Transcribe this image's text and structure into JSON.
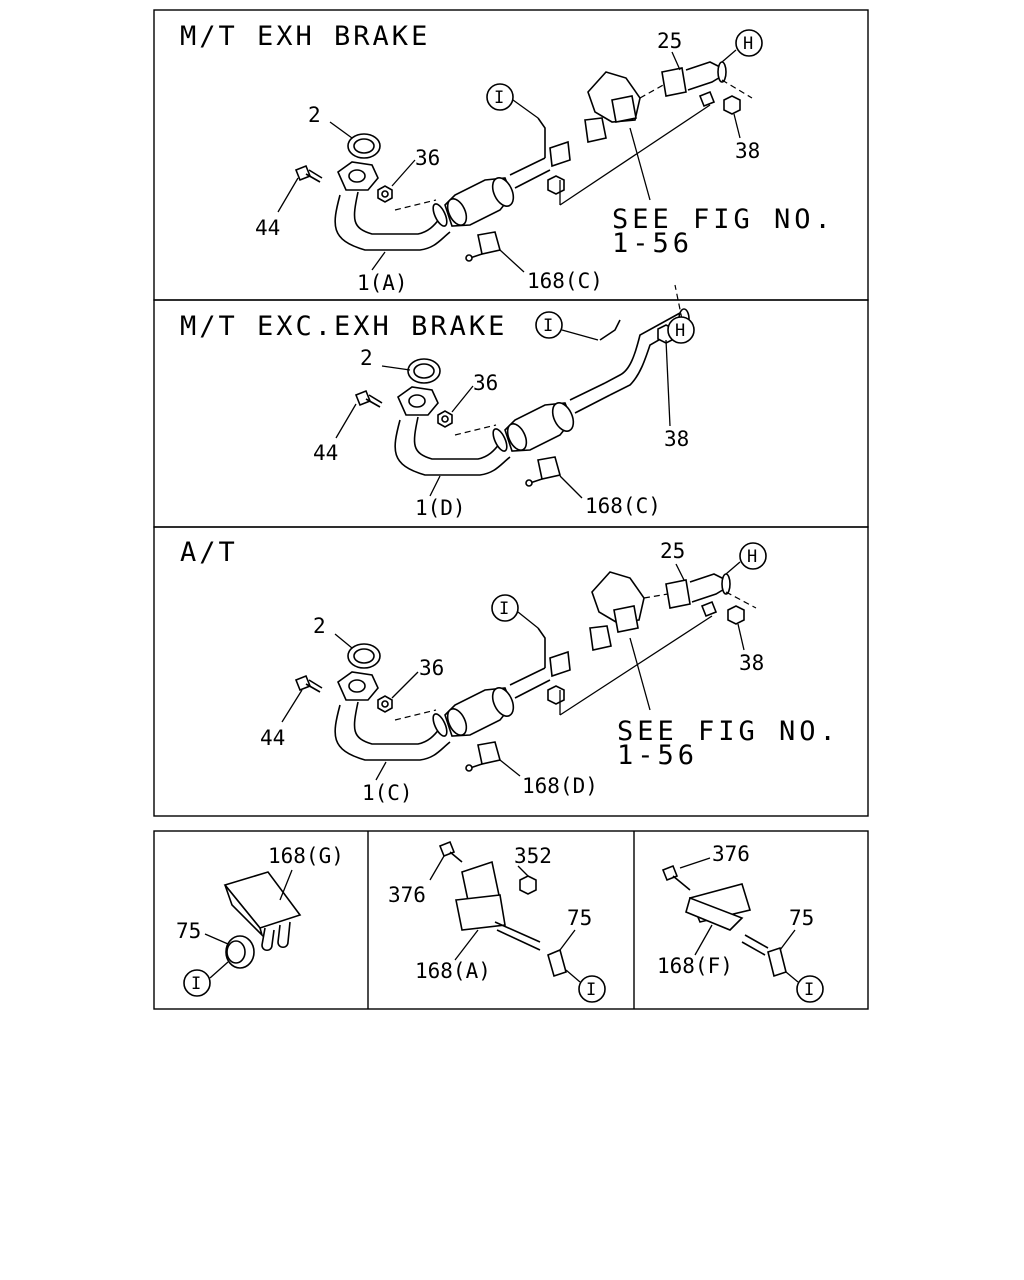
{
  "sections": {
    "mt_exh_brake": {
      "title": "M/T EXH BRAKE",
      "labels": {
        "p2": "2",
        "p25": "25",
        "p36": "36",
        "p38": "38",
        "p44": "44",
        "p1": "1(A)",
        "p168": "168(C)",
        "see_line1": "SEE FIG NO.",
        "see_line2": "1-56",
        "circle_h": "H",
        "circle_i": "I"
      }
    },
    "mt_exc_exh_brake": {
      "title": "M/T EXC.EXH BRAKE",
      "labels": {
        "p2": "2",
        "p36": "36",
        "p38": "38",
        "p44": "44",
        "p1": "1(D)",
        "p168": "168(C)",
        "circle_h": "H",
        "circle_i": "I"
      }
    },
    "at": {
      "title": "A/T",
      "labels": {
        "p2": "2",
        "p25": "25",
        "p36": "36",
        "p38": "38",
        "p44": "44",
        "p1": "1(C)",
        "p168": "168(D)",
        "see_line1": "SEE FIG NO.",
        "see_line2": "1-56",
        "circle_h": "H",
        "circle_i": "I"
      }
    }
  },
  "details": {
    "bracket_g": {
      "p168": "168(G)",
      "p75": "75",
      "circle_i": "I"
    },
    "bracket_a": {
      "p376": "376",
      "p352": "352",
      "p75": "75",
      "p168": "168(A)",
      "circle_i": "I"
    },
    "bracket_f": {
      "p376": "376",
      "p75": "75",
      "p168": "168(F)",
      "circle_i": "I"
    }
  }
}
